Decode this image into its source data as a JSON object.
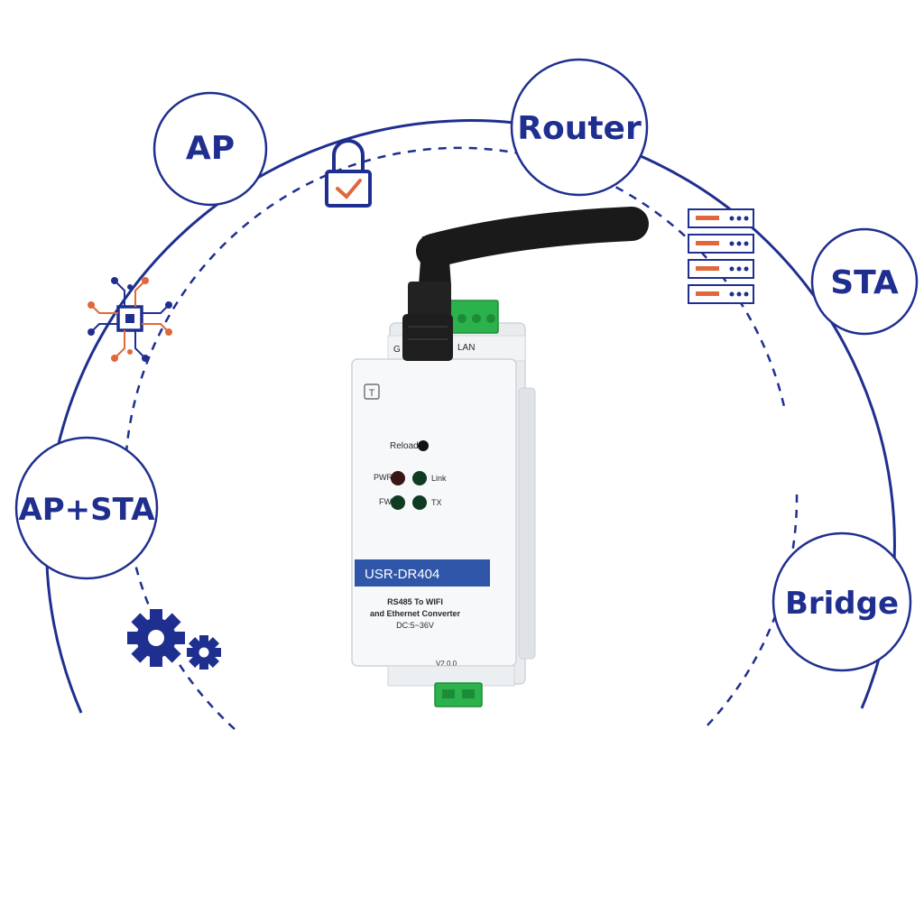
{
  "colors": {
    "ring": "#1f2f8f",
    "label": "#1f2f8f",
    "accent_orange": "#e0683a",
    "banner": "#2f56a8",
    "terminal_green": "#2bb24c"
  },
  "modes": {
    "ap": "AP",
    "router": "Router",
    "sta": "STA",
    "ap_sta": "AP+STA",
    "bridge": "Bridge"
  },
  "device": {
    "model": "USR-DR404",
    "description_line1": "RS485 To WIFI",
    "description_line2": "and Ethernet Converter",
    "power": "DC:5~36V",
    "version": "V2.0.0",
    "button_label": "Reload",
    "led_pwr": "PWR",
    "led_link": "Link",
    "led_fw": "FW",
    "led_tx": "TX",
    "port_g": "G",
    "port_lan": "LAN"
  },
  "icons": {
    "lock": "lock-check-icon",
    "server": "server-rack-icon",
    "chip": "circuit-chip-icon",
    "gears": "gears-icon"
  }
}
